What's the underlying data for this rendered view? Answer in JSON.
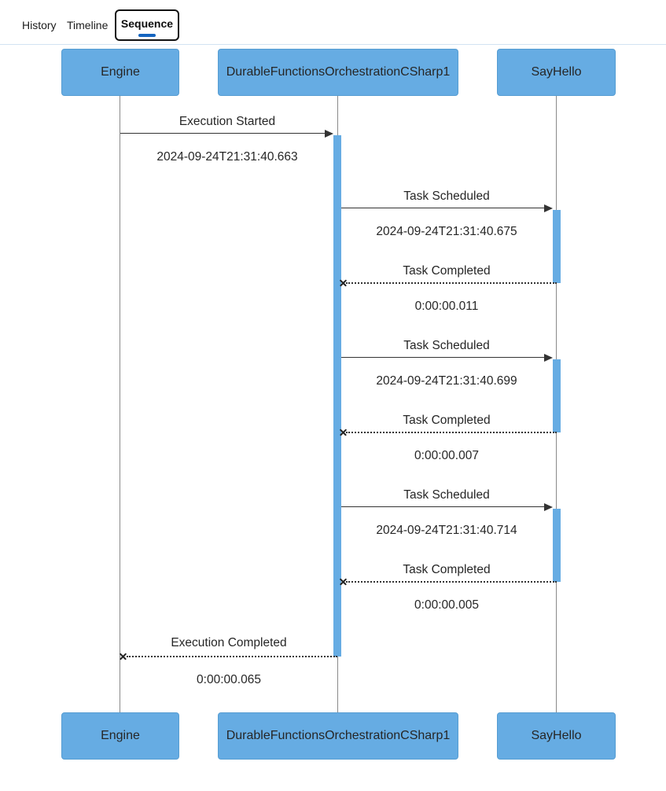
{
  "tabs": [
    {
      "label": "History",
      "active": false
    },
    {
      "label": "Timeline",
      "active": false
    },
    {
      "label": "Sequence",
      "active": true
    }
  ],
  "diagram": {
    "participants": [
      {
        "name": "Engine"
      },
      {
        "name": "DurableFunctionsOrchestrationCSharp1"
      },
      {
        "name": "SayHello"
      }
    ],
    "messages": [
      {
        "label": "Execution Started",
        "sub": "2024-09-24T21:31:40.663",
        "from": "Engine",
        "to": "DurableFunctionsOrchestrationCSharp1",
        "style": "solid-arrow"
      },
      {
        "label": "Task Scheduled",
        "sub": "2024-09-24T21:31:40.675",
        "from": "DurableFunctionsOrchestrationCSharp1",
        "to": "SayHello",
        "style": "solid-arrow"
      },
      {
        "label": "Task Completed",
        "sub": "0:00:00.011",
        "from": "SayHello",
        "to": "DurableFunctionsOrchestrationCSharp1",
        "style": "dotted-cross"
      },
      {
        "label": "Task Scheduled",
        "sub": "2024-09-24T21:31:40.699",
        "from": "DurableFunctionsOrchestrationCSharp1",
        "to": "SayHello",
        "style": "solid-arrow"
      },
      {
        "label": "Task Completed",
        "sub": "0:00:00.007",
        "from": "SayHello",
        "to": "DurableFunctionsOrchestrationCSharp1",
        "style": "dotted-cross"
      },
      {
        "label": "Task Scheduled",
        "sub": "2024-09-24T21:31:40.714",
        "from": "DurableFunctionsOrchestrationCSharp1",
        "to": "SayHello",
        "style": "solid-arrow"
      },
      {
        "label": "Task Completed",
        "sub": "0:00:00.005",
        "from": "SayHello",
        "to": "DurableFunctionsOrchestrationCSharp1",
        "style": "dotted-cross"
      },
      {
        "label": "Execution Completed",
        "sub": "0:00:00.065",
        "from": "DurableFunctionsOrchestrationCSharp1",
        "to": "Engine",
        "style": "dotted-cross"
      }
    ],
    "colors": {
      "participant_fill": "#66ACE3",
      "participant_border": "#569dd2",
      "activation_fill": "#66ACE3",
      "message_line": "#333333",
      "lifeline": "#898989",
      "active_tab_indicator": "#1565C0"
    }
  }
}
